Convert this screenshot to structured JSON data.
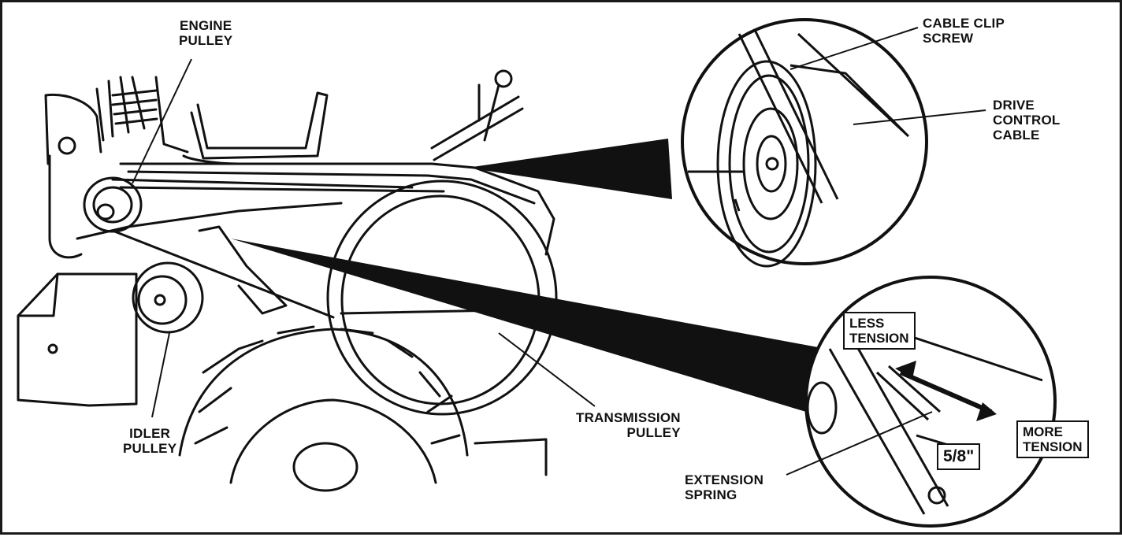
{
  "labels": {
    "engine_pulley": [
      "ENGINE",
      "PULLEY"
    ],
    "cable_clip_screw": [
      "CABLE CLIP",
      "SCREW"
    ],
    "drive_control_cable": [
      "DRIVE",
      "CONTROL",
      "CABLE"
    ],
    "idler_pulley": [
      "IDLER",
      "PULLEY"
    ],
    "transmission_pulley": [
      "TRANSMISSION",
      "PULLEY"
    ],
    "extension_spring": [
      "EXTENSION",
      "SPRING"
    ],
    "less_tension": [
      "LESS",
      "TENSION"
    ],
    "more_tension": [
      "MORE",
      "TENSION"
    ],
    "measurement": "5/8\""
  },
  "colors": {
    "ink": "#111111",
    "paper": "#ffffff"
  }
}
